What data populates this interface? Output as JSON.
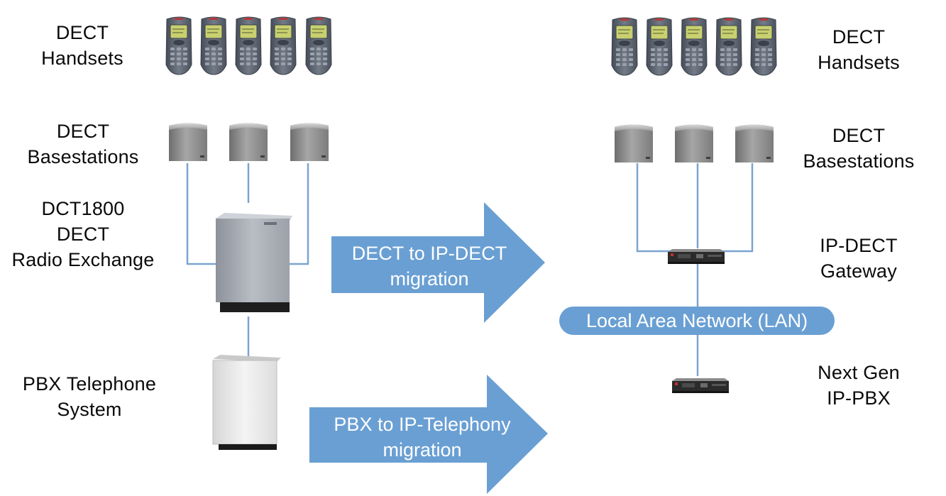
{
  "left": {
    "handsets_label": "DECT\nHandsets",
    "basestations_label": "DECT\nBasestations",
    "exchange_label": "DCT1800\nDECT\nRadio Exchange",
    "pbx_label": "PBX Telephone\nSystem"
  },
  "arrows": {
    "dect_migration": "DECT to IP-DECT\nmigration",
    "pbx_migration": "PBX to IP-Telephony\nmigration"
  },
  "right": {
    "handsets_label": "DECT\nHandsets",
    "basestations_label": "DECT\nBasestations",
    "gateway_label": "IP-DECT\nGateway",
    "lan_label": "Local Area Network (LAN)",
    "ippbx_label": "Next Gen\nIP-PBX"
  },
  "colors": {
    "arrow_blue": "#6a9fd3",
    "line_blue": "#7ba4d0",
    "handset_body": "#5c6470",
    "handset_screen": "#c8d070",
    "basestation": "#8a8a8a",
    "exchange_cabinet": "#a9adb5",
    "pbx_cabinet": "#ececec",
    "rack_device": "#2b2b2b"
  }
}
